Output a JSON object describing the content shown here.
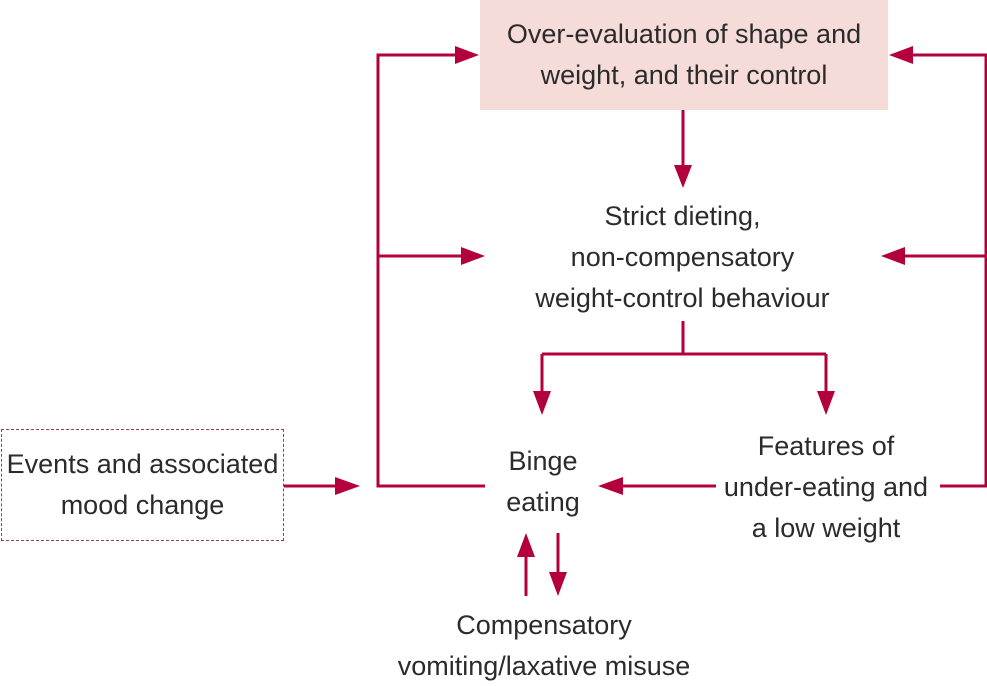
{
  "diagram": {
    "line_color": "#b3003c",
    "highlight_fill": "#f6dcd9",
    "events_border_color": "#a3375e",
    "nodes": {
      "top": {
        "text": "Over-evaluation of shape and\nweight, and their control"
      },
      "dieting": {
        "text": "Strict dieting,\nnon-compensatory\nweight-control behaviour"
      },
      "events": {
        "text": "Events and associated\nmood change"
      },
      "binge": {
        "text": "Binge\neating"
      },
      "features": {
        "text": "Features of\nunder-eating and\na low weight"
      },
      "compensatory": {
        "text": "Compensatory\nvomiting/laxative misuse"
      }
    },
    "edges": [
      {
        "from": "top",
        "to": "dieting"
      },
      {
        "from": "dieting",
        "to": "binge"
      },
      {
        "from": "dieting",
        "to": "features"
      },
      {
        "from": "features",
        "to": "binge"
      },
      {
        "from": "events",
        "to": "binge"
      },
      {
        "from": "binge",
        "to": "top"
      },
      {
        "from": "binge",
        "to": "dieting"
      },
      {
        "from": "features",
        "to": "top"
      },
      {
        "from": "features",
        "to": "dieting"
      },
      {
        "from": "binge",
        "to": "compensatory"
      },
      {
        "from": "compensatory",
        "to": "binge"
      }
    ]
  }
}
